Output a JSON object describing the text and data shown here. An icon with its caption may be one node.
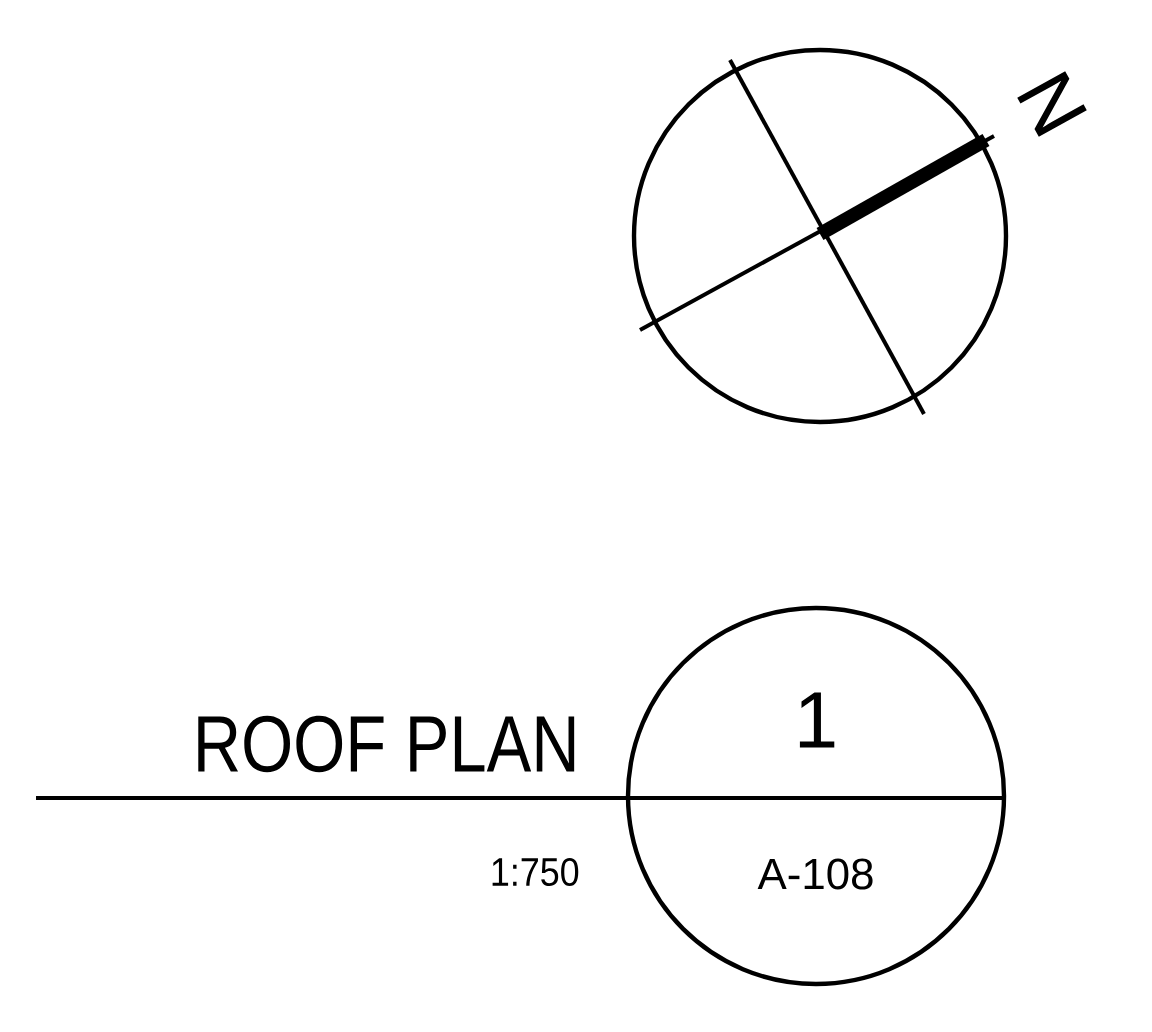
{
  "diagram": {
    "nodes": [
      {
        "text": [
          "N"
        ]
      },
      {
        "text": [
          "1",
          "A-108"
        ],
        "beside": [
          "ROOF PLAN",
          "1:750"
        ]
      }
    ]
  }
}
